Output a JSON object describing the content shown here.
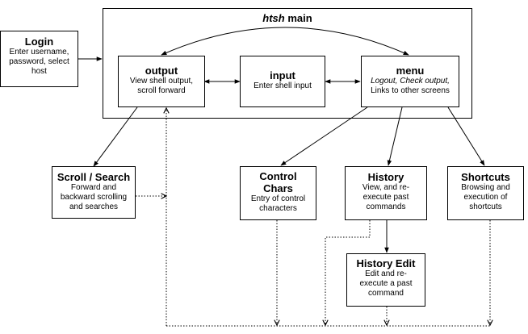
{
  "main": {
    "title_italic": "htsh",
    "title_rest": " main"
  },
  "nodes": {
    "login": {
      "title": "Login",
      "desc": [
        "Enter username,",
        "password, select",
        "host"
      ]
    },
    "output": {
      "title": "output",
      "desc": [
        "View shell output,",
        "scroll forward"
      ]
    },
    "input": {
      "title": "input",
      "desc": [
        "Enter shell input"
      ]
    },
    "menu": {
      "title": "menu",
      "desc_italic_1": "Logout",
      "desc_sep": ", ",
      "desc_italic_2": "Check output",
      "desc_italic_tail": ",",
      "desc_line2": "Links to other screens"
    },
    "scroll_search": {
      "title": "Scroll / Search",
      "desc": [
        "Forward and",
        "backward scrolling",
        "and searches"
      ]
    },
    "control_chars": {
      "title_line1": "Control",
      "title_line2": "Chars",
      "desc": [
        "Entry of control",
        "characters"
      ]
    },
    "history": {
      "title": "History",
      "desc": [
        "View, and re-",
        "execute past",
        "commands"
      ]
    },
    "shortcuts": {
      "title": "Shortcuts",
      "desc": [
        "Browsing and",
        "execution of",
        "shortcuts"
      ]
    },
    "history_edit": {
      "title": "History Edit",
      "desc": [
        "Edit and re-",
        "execute a past",
        "command"
      ]
    }
  }
}
